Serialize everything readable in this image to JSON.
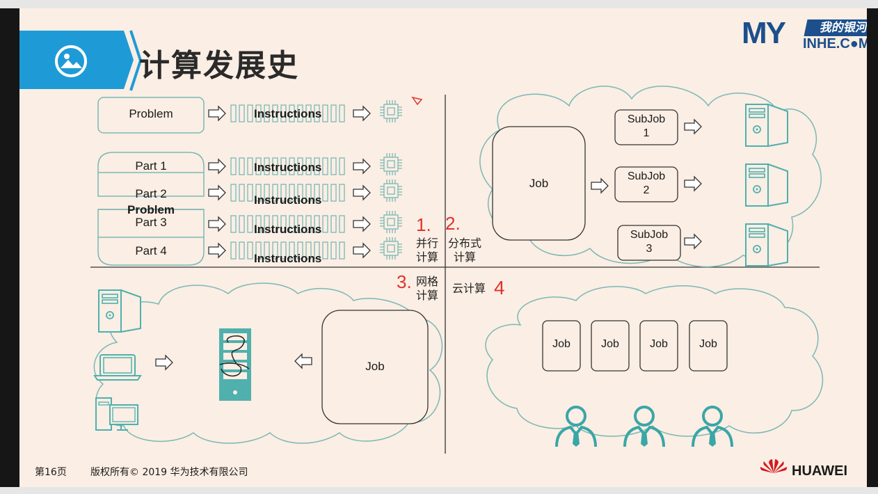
{
  "slide": {
    "title": "计算发展史",
    "logo": {
      "my": "MY",
      "cn": "我的银河",
      "en": "INHE.C●M"
    },
    "footer": {
      "page": "第16页",
      "copyright": "版权所有© 2019 华为技术有限公司",
      "brand": "HUAWEI"
    }
  },
  "serial": {
    "problem": "Problem",
    "instructions": "Instructions"
  },
  "parallel": {
    "problem": "Problem",
    "parts": [
      "Part 1",
      "Part 2",
      "Part 3",
      "Part 4"
    ],
    "instructions": [
      "Instructions",
      "Instructions",
      "Instructions",
      "Instructions"
    ],
    "caption_line1": "并行",
    "caption_line2": "计算",
    "number": "1."
  },
  "distributed": {
    "job": "Job",
    "subjobs": [
      {
        "line1": "SubJob",
        "line2": "1"
      },
      {
        "line1": "SubJob",
        "line2": "2"
      },
      {
        "line1": "SubJob",
        "line2": "3"
      }
    ],
    "caption_line1": "分布式",
    "caption_line2": "计算",
    "number": "2."
  },
  "grid": {
    "job": "Job",
    "caption_line1": "网格",
    "caption_line2": "计算",
    "number": "3."
  },
  "cloud": {
    "jobs": [
      "Job",
      "Job",
      "Job",
      "Job"
    ],
    "caption": "云计算",
    "number": "4"
  },
  "colors": {
    "teal": "#4fb0ad",
    "accent_blue": "#1e9bd7",
    "annotation_red": "#e0322b",
    "slide_bg": "#fbeee4"
  },
  "icons": [
    "picture-icon",
    "cpu-chip-icon",
    "server-tower-icon",
    "laptop-icon",
    "desktop-pc-icon",
    "user-person-icon",
    "cloud-shape",
    "arrow-right-icon",
    "arrow-left-icon",
    "huawei-logo-icon"
  ]
}
